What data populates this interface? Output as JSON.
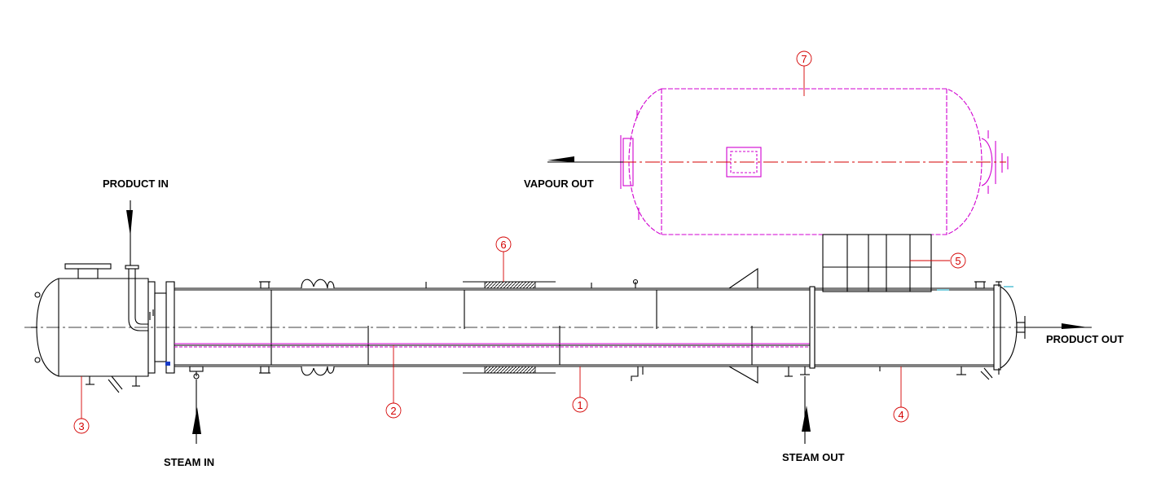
{
  "labels": {
    "product_in": "PRODUCT IN",
    "steam_in": "STEAM IN",
    "steam_out": "STEAM OUT",
    "vapour_out": "VAPOUR OUT",
    "product_out": "PRODUCT OUT"
  },
  "balloons": [
    "1",
    "2",
    "3",
    "4",
    "5",
    "6",
    "7"
  ],
  "colors": {
    "line": "#000000",
    "balloon": "#d40000",
    "separator": "#d000d0"
  }
}
